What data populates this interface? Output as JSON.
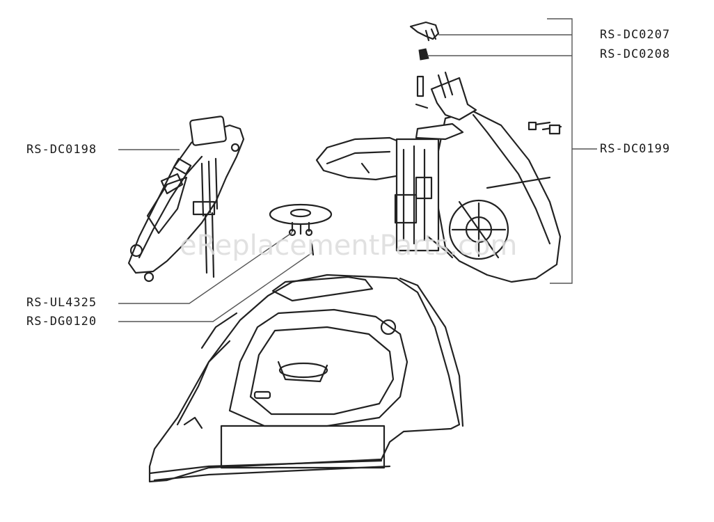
{
  "parts": {
    "dc0207": "RS-DC0207",
    "dc0208": "RS-DC0208",
    "dc0199": "RS-DC0199",
    "dc0198": "RS-DC0198",
    "ul4325": "RS-UL4325",
    "dg0120": "RS-DG0120"
  },
  "watermark": "eReplacementParts.com"
}
